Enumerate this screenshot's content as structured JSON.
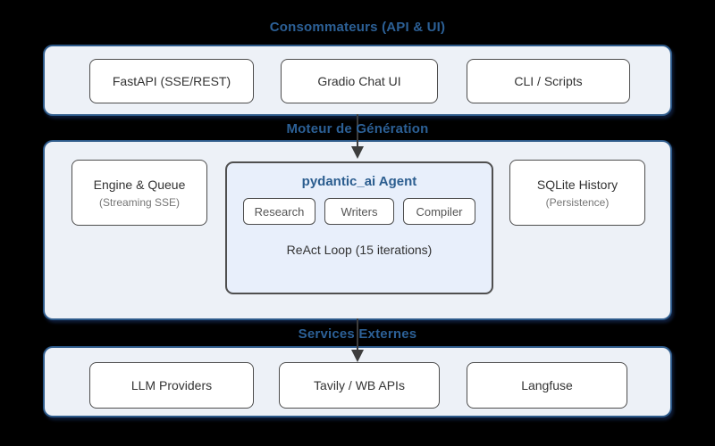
{
  "colors": {
    "background": "#000000",
    "section_title": "#2c6096",
    "container_fill": "#edf1f7",
    "container_border": "#2d5a8a",
    "agent_fill": "#e8effb",
    "node_fill": "#ffffff",
    "node_border": "#4d4d4d",
    "node_text": "#333333",
    "sublabel_text": "#757575",
    "arrow": "#3d3d3d"
  },
  "sections": [
    {
      "title": "Consommateurs (API & UI)",
      "nodes": [
        {
          "label": "FastAPI (SSE/REST)"
        },
        {
          "label": "Gradio Chat UI"
        },
        {
          "label": "CLI / Scripts"
        }
      ]
    },
    {
      "title": "Moteur de Génération",
      "left_node": {
        "label": "Engine & Queue",
        "sublabel": "(Streaming SSE)"
      },
      "agent": {
        "title": "pydantic_ai Agent",
        "tools": [
          "Research",
          "Writers",
          "Compiler"
        ],
        "loop_label": "ReAct Loop (15 iterations)"
      },
      "right_node": {
        "label": "SQLite History",
        "sublabel": "(Persistence)"
      }
    },
    {
      "title": "Services Externes",
      "nodes": [
        {
          "label": "LLM Providers"
        },
        {
          "label": "Tavily / WB APIs"
        },
        {
          "label": "Langfuse"
        }
      ]
    }
  ]
}
